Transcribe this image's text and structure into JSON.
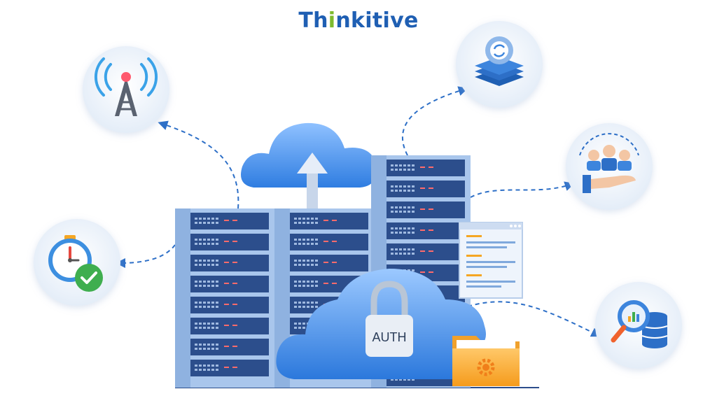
{
  "brand": {
    "name_part1": "Th",
    "name_accent": "i",
    "name_part2": "nkitive"
  },
  "lock_label": "AUTH",
  "icons": [
    "tower-icon",
    "stopwatch-icon",
    "database-sync-icon",
    "team-hand-icon",
    "database-search-icon",
    "lock-icon",
    "folder-gear-icon",
    "cloud-upload-icon"
  ],
  "colors": {
    "brand_blue": "#1f5fb3",
    "brand_green": "#7dbb2f",
    "server_panel": "#2c4e8c",
    "cloud_blue": "#4a93ea",
    "folder_orange": "#f5a623"
  }
}
